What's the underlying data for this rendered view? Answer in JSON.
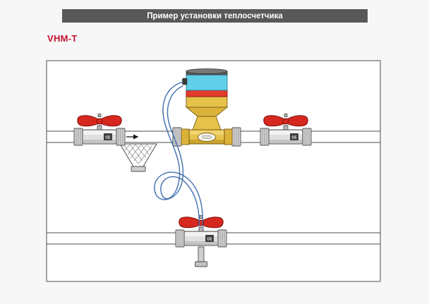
{
  "header": {
    "title": "Пример установки теплосчетчика"
  },
  "model": {
    "label": "VHM-T"
  },
  "diagram": {
    "ce_mark": "CE",
    "flow_direction": "right",
    "components": [
      {
        "id": "inlet-ball-valve",
        "label": "shut-off ball valve with red butterfly handle"
      },
      {
        "id": "flow-arrow",
        "label": "flow direction arrow"
      },
      {
        "id": "strainer",
        "label": "mesh strainer filter"
      },
      {
        "id": "heat-meter",
        "label": "VHM-T heat meter with register head"
      },
      {
        "id": "outlet-ball-valve",
        "label": "shut-off ball valve with red butterfly handle"
      },
      {
        "id": "return-pipe-valve",
        "label": "ball valve with temperature sensor pocket on return pipe"
      },
      {
        "id": "sensor-cable",
        "label": "coiled blue temperature sensor cable"
      }
    ]
  },
  "colors": {
    "page_bg": "#f7f7f7",
    "header_bg": "#58585a",
    "header_text": "#ffffff",
    "model_label": "#c41230",
    "handle_red": "#d6281e",
    "handle_red_dark": "#7d100c",
    "brass_body": "#e6c24a",
    "brass_dark": "#7a5c12",
    "register_cyan": "#5fd0e8",
    "register_red": "#e23b2e",
    "cable_blue": "#3f6fae",
    "metal_gray": "#d6d6d6",
    "outline": "#4d4d4d"
  }
}
